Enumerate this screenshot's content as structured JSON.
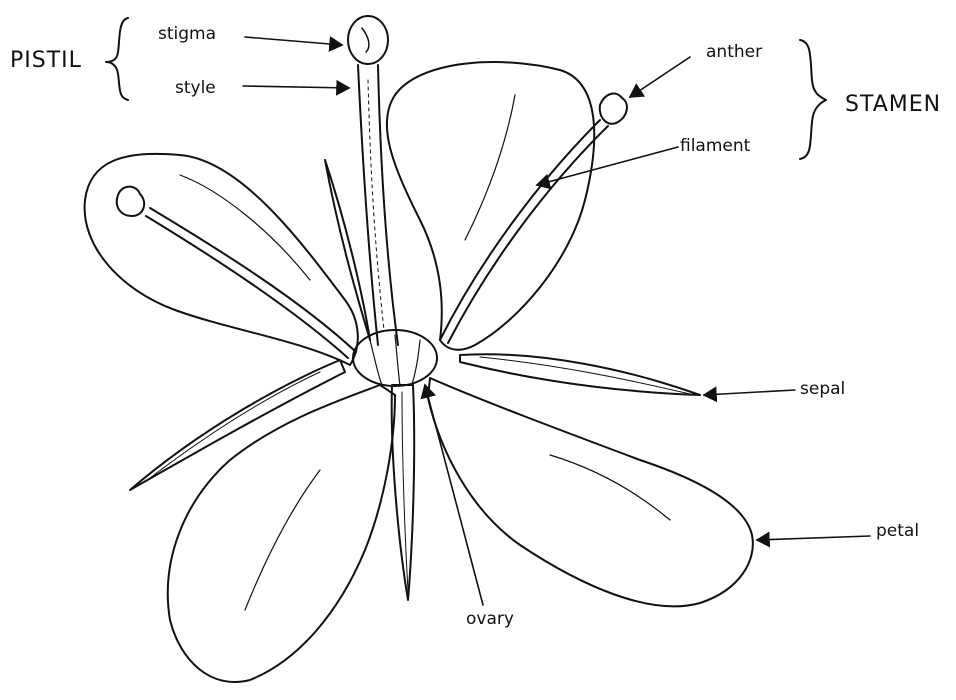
{
  "diagram": {
    "groups": {
      "pistil": "PISTIL",
      "stamen": "STAMEN"
    },
    "labels": {
      "stigma": "stigma",
      "style": "style",
      "anther": "anther",
      "filament": "filament",
      "sepal": "sepal",
      "petal": "petal",
      "ovary": "ovary"
    },
    "colors": {
      "ink": "#111111",
      "background": "#ffffff"
    }
  }
}
